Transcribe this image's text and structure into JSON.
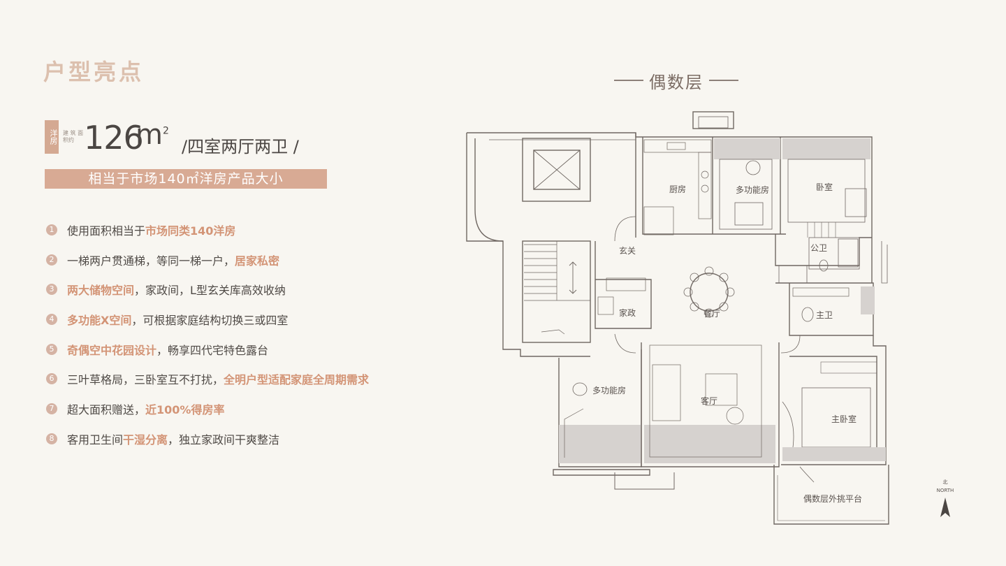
{
  "title": "户型亮点",
  "spec": {
    "badge": "洋房",
    "small_label": "建 筑 面积约",
    "area": "126",
    "unit": "m",
    "unit_sup": "2",
    "desc": "/四室两厅两卫 /"
  },
  "banner": "相当于市场140㎡洋房产品大小",
  "features": [
    {
      "n": "1",
      "parts": [
        {
          "t": "使用面积相当于",
          "hl": false
        },
        {
          "t": "市场同类140洋房",
          "hl": true
        }
      ]
    },
    {
      "n": "2",
      "parts": [
        {
          "t": "一梯两户贯通梯，等同一梯一户，",
          "hl": false
        },
        {
          "t": "居家私密",
          "hl": true
        }
      ]
    },
    {
      "n": "3",
      "parts": [
        {
          "t": "两大储物空间",
          "hl": true
        },
        {
          "t": "，家政间，L型玄关库高效收纳",
          "hl": false
        }
      ]
    },
    {
      "n": "4",
      "parts": [
        {
          "t": "多功能X空间",
          "hl": true
        },
        {
          "t": "，可根据家庭结构切换三或四室",
          "hl": false
        }
      ]
    },
    {
      "n": "5",
      "parts": [
        {
          "t": "奇偶空中花园设计",
          "hl": true
        },
        {
          "t": "，畅享四代宅特色露台",
          "hl": false
        }
      ]
    },
    {
      "n": "6",
      "parts": [
        {
          "t": "三叶草格局，三卧室互不打扰，",
          "hl": false
        },
        {
          "t": "全明户型适配家庭全周期需求",
          "hl": true
        }
      ]
    },
    {
      "n": "7",
      "parts": [
        {
          "t": "超大面积赠送，",
          "hl": false
        },
        {
          "t": "近100%得房率",
          "hl": true
        }
      ]
    },
    {
      "n": "8",
      "parts": [
        {
          "t": "客用卫生间",
          "hl": false
        },
        {
          "t": "干湿分离",
          "hl": true
        },
        {
          "t": "，独立家政间干爽整洁",
          "hl": false
        }
      ]
    }
  ],
  "plan": {
    "title": "偶数层",
    "rooms": {
      "kitchen": "厨房",
      "multi1": "多功能房",
      "bedroom": "卧室",
      "public_bath": "公卫",
      "entry": "玄关",
      "dining": "餐厅",
      "master_bath": "主卫",
      "housekeeping": "家政",
      "multi2": "多功能房",
      "living": "客厅",
      "master_bedroom": "主卧室",
      "platform": "偶数层外挑平台"
    },
    "north_cn": "北",
    "north_en": "NORTH"
  },
  "colors": {
    "accent": "#d8aa94",
    "highlight": "#d39476",
    "title": "#dcc0ae",
    "text": "#4f4a46"
  }
}
